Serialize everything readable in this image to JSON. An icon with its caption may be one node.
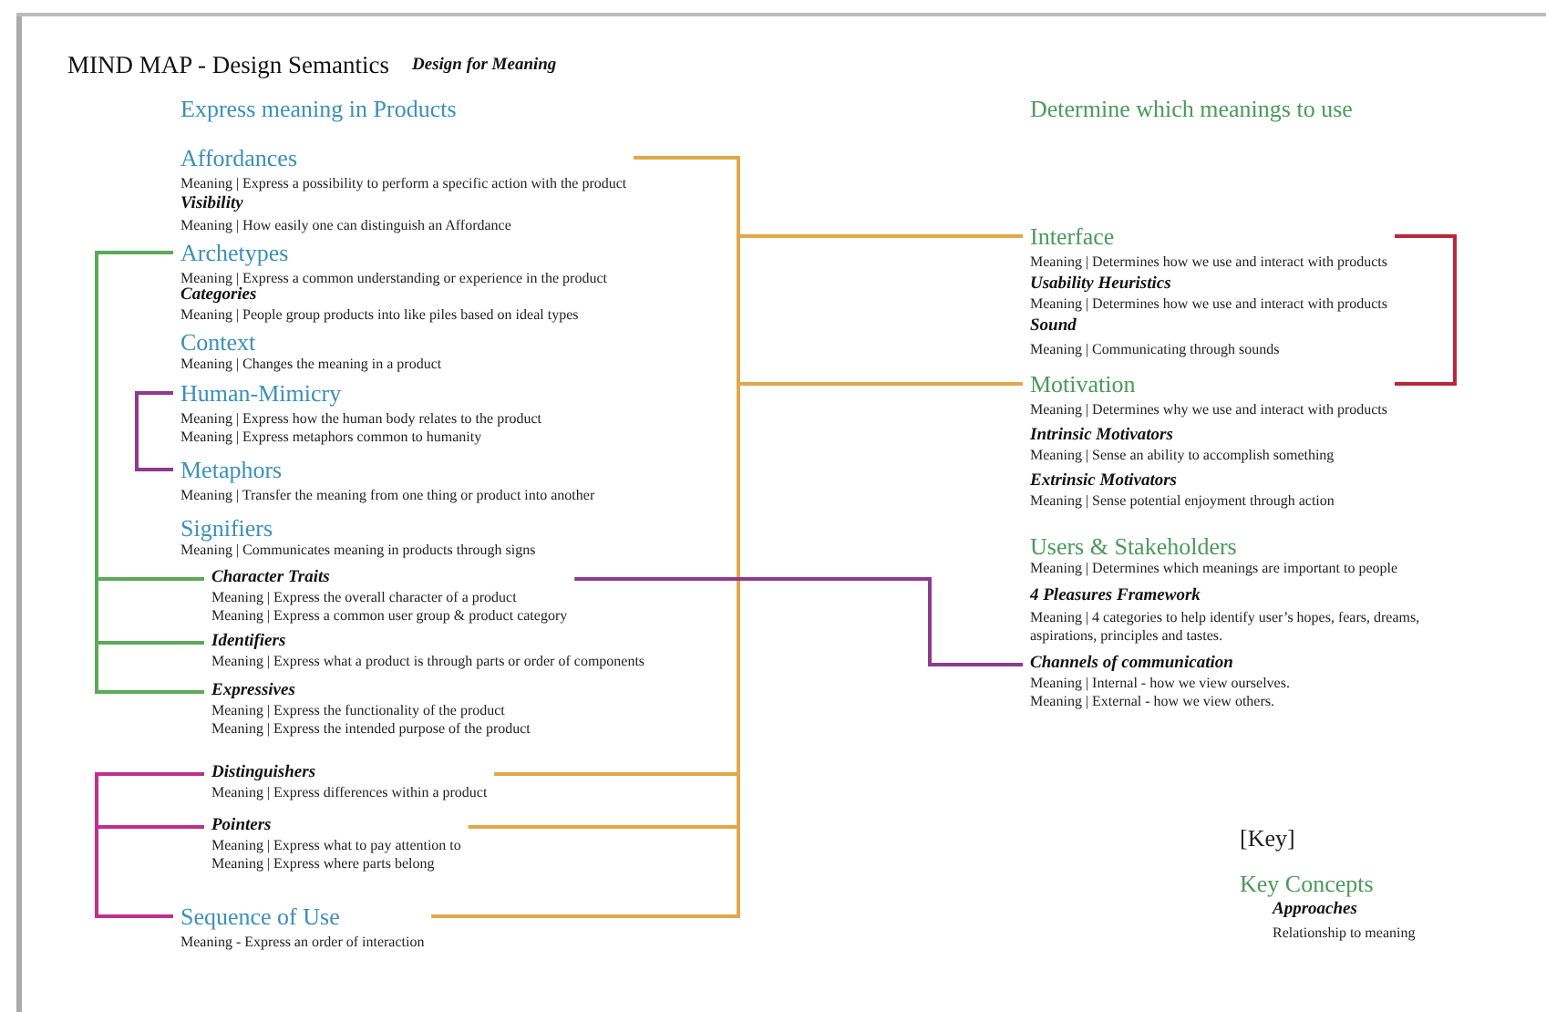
{
  "diagram": {
    "title": "MIND MAP - Design Semantics",
    "nodes": [
      {
        "text": [
          "Affordances",
          "Meaning | Express a possibility to perform a specific action with the product"
        ]
      },
      {
        "text": [
          "Archetypes",
          "Meaning | Express a common understanding or experience in the product"
        ]
      },
      {
        "text": [
          "Human-Mimicry",
          "Meaning | Express how the human body relates to the product",
          "Meaning | Express metaphors common to humanity"
        ]
      },
      {
        "text": [
          "Metaphors",
          "Meaning | Transfer the meaning from one thing or product into another"
        ]
      },
      {
        "text": [
          "Character Traits",
          "Meaning | Express the overall character of a product",
          "Meaning | Express a common user group & product category"
        ]
      },
      {
        "text": [
          "Identifiers",
          "Meaning | Express what a product is through parts or order of components"
        ]
      },
      {
        "text": [
          "Expressives",
          "Meaning | Express the functionality of the product",
          "Meaning | Express the intended purpose of the product"
        ]
      },
      {
        "text": [
          "Distinguishers",
          "Meaning | Express differences within a product"
        ]
      },
      {
        "text": [
          "Pointers",
          "Meaning | Express what to pay attention to",
          "Meaning | Express where parts belong"
        ]
      },
      {
        "text": [
          "Sequence of Use",
          "Meaning - Express an order of interaction"
        ]
      },
      {
        "text": [
          "Interface",
          "Meaning | Determines how we use and interact with products"
        ]
      },
      {
        "text": [
          "Motivation",
          "Meaning | Determines why we use and interact with products"
        ]
      },
      {
        "text": [
          "Channels of communication",
          "Meaning | Internal - how we view ourselves.",
          "Meaning | External - how we view others."
        ]
      }
    ],
    "edges": [
      {
        "from": 0,
        "to": 10,
        "arrow": "none"
      },
      {
        "from": 0,
        "to": 11,
        "arrow": "none"
      },
      {
        "from": 7,
        "to": 10,
        "arrow": "none"
      },
      {
        "from": 7,
        "to": 11,
        "arrow": "none"
      },
      {
        "from": 8,
        "to": 10,
        "arrow": "none"
      },
      {
        "from": 8,
        "to": 11,
        "arrow": "none"
      },
      {
        "from": 9,
        "to": 10,
        "arrow": "none"
      },
      {
        "from": 9,
        "to": 11,
        "arrow": "none"
      },
      {
        "from": 1,
        "to": 4,
        "arrow": "none",
        "color": "#5aaa5a"
      },
      {
        "from": 1,
        "to": 5,
        "arrow": "none",
        "color": "#5aaa5a"
      },
      {
        "from": 1,
        "to": 6,
        "arrow": "none",
        "color": "#5aaa5a"
      },
      {
        "from": 2,
        "to": 3,
        "arrow": "none",
        "color": "#8e3a8e"
      },
      {
        "from": 4,
        "to": 12,
        "arrow": "none",
        "color": "#8e3a8e"
      },
      {
        "from": 7,
        "to": 8,
        "arrow": "none",
        "color": "#c0308a"
      },
      {
        "from": 7,
        "to": 9,
        "arrow": "none",
        "color": "#c0308a"
      },
      {
        "from": 10,
        "to": 11,
        "arrow": "none",
        "color": "#b8283a"
      }
    ],
    "labels": [
      "Design for Meaning",
      "Express meaning in Products",
      "Determine which meanings to use",
      "Visibility",
      "Meaning | How easily one can distinguish an Affordance",
      "Categories",
      "Meaning | People group products into like piles based on ideal types",
      "Context",
      "Meaning | Changes the meaning in a product",
      "Signifiers",
      "Meaning | Communicates meaning in products through signs",
      "Usability Heuristics",
      "Meaning | Determines how we use and interact with products",
      "Sound",
      "Meaning | Communicating through sounds",
      "Intrinsic Motivators",
      "Meaning | Sense an ability to accomplish something",
      "Extrinsic Motivators",
      "Meaning | Sense potential enjoyment through action",
      "Users & Stakeholders",
      "Meaning | Determines which meanings are important to people",
      "4 Pleasures Framework",
      "Meaning | 4 categories to help identify user’s hopes, fears, dreams, aspirations, principles and tastes.",
      "[Key]",
      "Key Concepts",
      "Approaches",
      "Relationship to meaning"
    ]
  }
}
